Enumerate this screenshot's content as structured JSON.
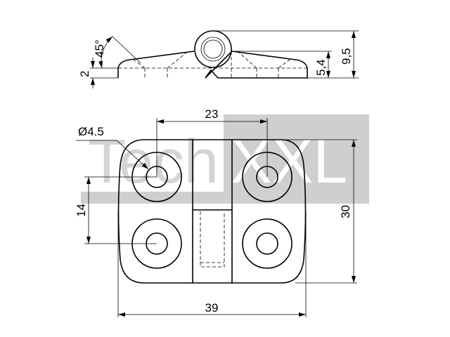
{
  "watermark": {
    "brand": "TechXXL",
    "part1": "Tech",
    "part2": "XXL",
    "color": "#cfcfcf"
  },
  "side_view": {
    "angle": "45°",
    "thickness": "2",
    "body_height": "5,4",
    "total_height": "9,5"
  },
  "top_view": {
    "hole_diameter": "Ø4.5",
    "hole_spacing_x": "23",
    "hole_spacing_y": "14",
    "height": "30",
    "width": "39"
  }
}
